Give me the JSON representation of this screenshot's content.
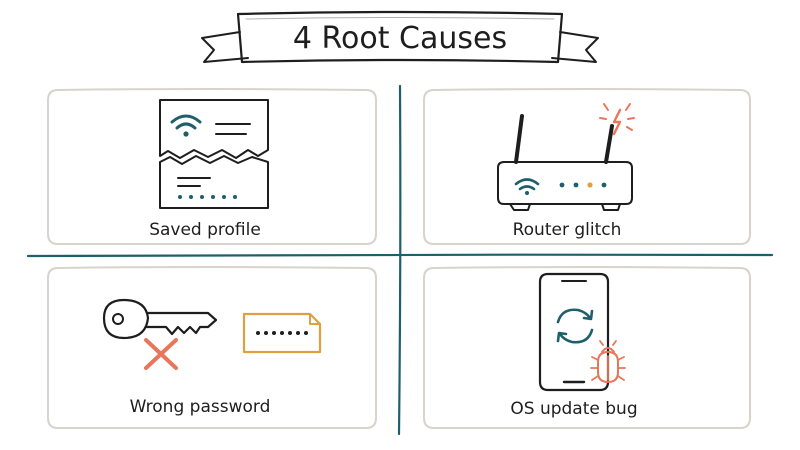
{
  "title": "4 Root Causes",
  "causes": [
    {
      "label": "Saved profile",
      "icon": "torn-note-wifi-icon"
    },
    {
      "label": "Router glitch",
      "icon": "router-spark-icon"
    },
    {
      "label": "Wrong password",
      "icon": "key-x-icon"
    },
    {
      "label": "OS update bug",
      "icon": "phone-sync-bug-icon"
    }
  ],
  "colors": {
    "ink": "#1e1e1e",
    "teal": "#1f5f6b",
    "accent": "#e8765a",
    "amber": "#e0a040",
    "note_fill": "#fdeecf",
    "card_border": "#d8d3cc"
  }
}
